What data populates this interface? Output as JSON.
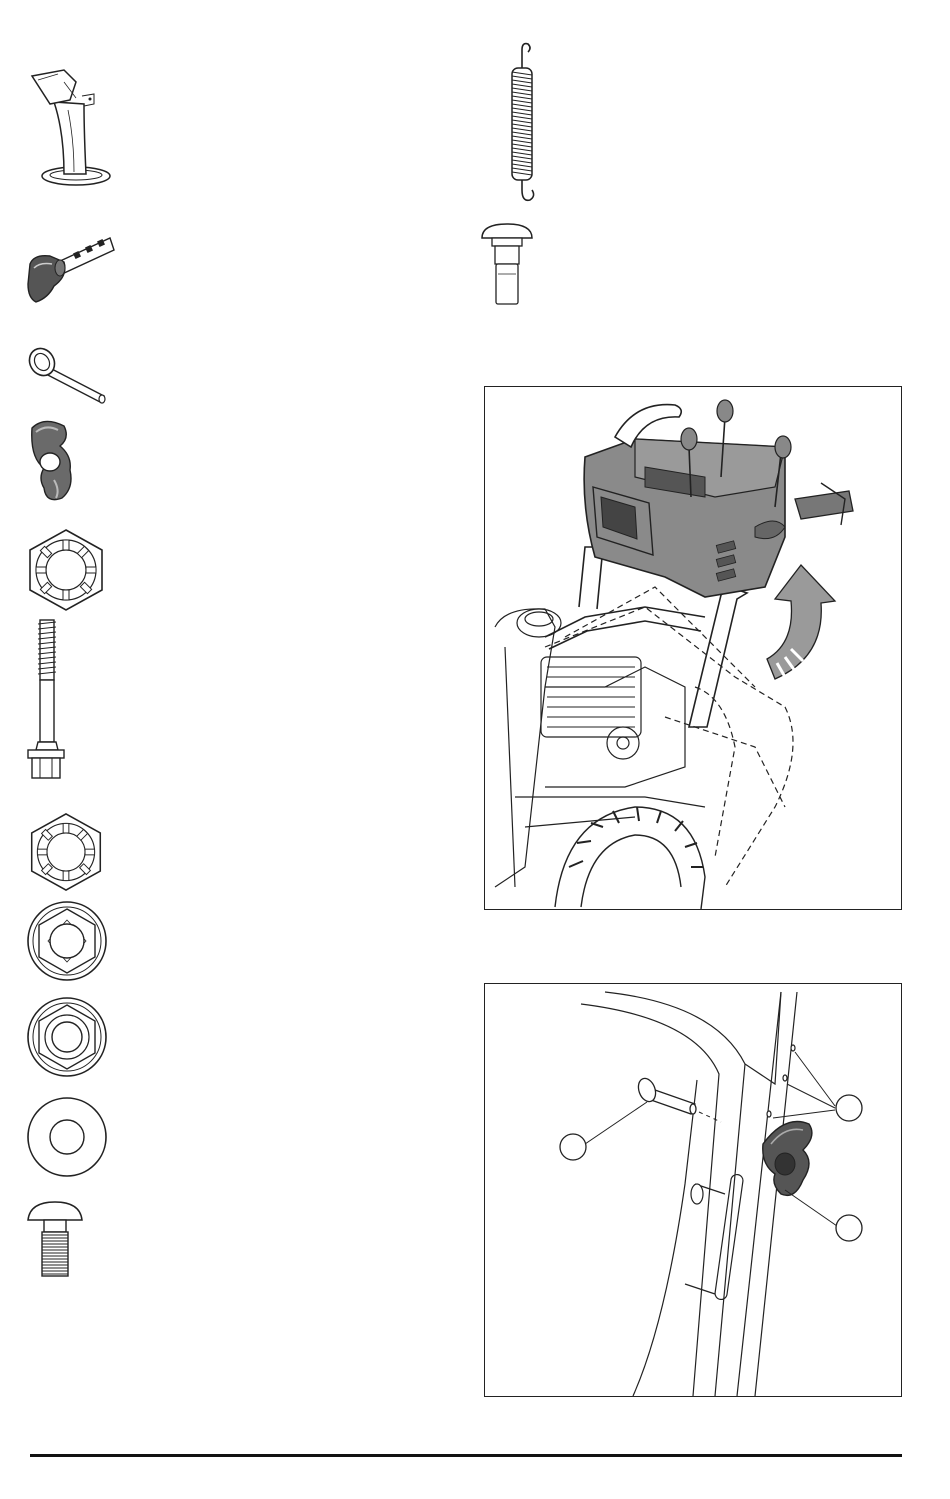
{
  "page": {
    "type": "hardware-parts-and-assembly-illustrations"
  },
  "parts_left_column": [
    {
      "id": "discharge-chute",
      "icon": "discharge-chute-icon"
    },
    {
      "id": "chute-crank-knob",
      "icon": "knob-with-bracket-icon"
    },
    {
      "id": "shoulder-pin",
      "icon": "shoulder-pin-icon"
    },
    {
      "id": "handle-knob",
      "icon": "handle-knob-icon"
    },
    {
      "id": "lock-nut-large",
      "icon": "lock-nut-icon"
    },
    {
      "id": "flange-bolt",
      "icon": "flange-bolt-icon"
    },
    {
      "id": "lock-nut-small",
      "icon": "lock-nut-icon"
    },
    {
      "id": "hex-lock-nut-flanged",
      "icon": "hex-flange-nut-icon"
    },
    {
      "id": "hex-nut-flanged",
      "icon": "hex-flange-nut-icon"
    },
    {
      "id": "flat-washer",
      "icon": "flat-washer-icon"
    },
    {
      "id": "carriage-bolt",
      "icon": "carriage-bolt-icon"
    }
  ],
  "parts_right_column": [
    {
      "id": "extension-spring",
      "icon": "extension-spring-icon"
    },
    {
      "id": "shoulder-bolt",
      "icon": "shoulder-bolt-icon"
    }
  ],
  "figures": [
    {
      "id": "handle-raise-figure",
      "icon": "snowblower-handle-raise-illustration"
    },
    {
      "id": "handle-knob-install-figure",
      "icon": "handle-knob-install-illustration",
      "callouts": [
        "",
        "",
        ""
      ]
    }
  ],
  "colors": {
    "line": "#222222",
    "panel_gray": "#8a8a8a",
    "arrow_gray": "#9a9a9a"
  }
}
